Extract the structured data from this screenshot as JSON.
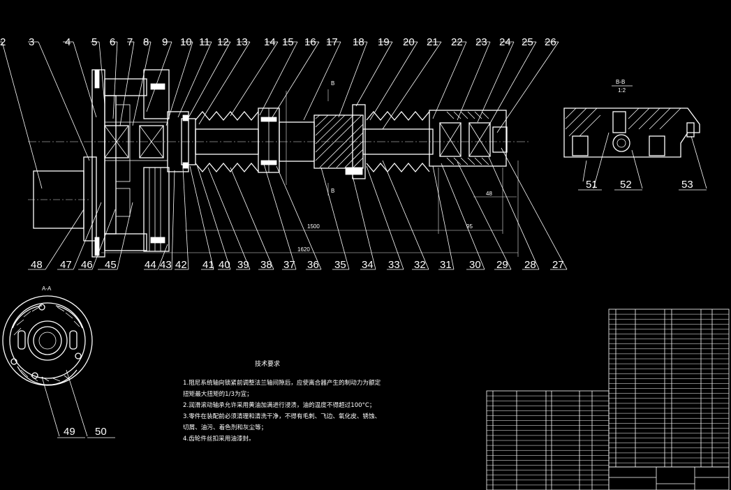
{
  "labels_top": [
    "2",
    "3",
    "4",
    "5",
    "6",
    "7",
    "8",
    "9",
    "10",
    "11",
    "12",
    "13",
    "14",
    "15",
    "16",
    "17",
    "18",
    "19",
    "20",
    "21",
    "22",
    "23",
    "24",
    "25",
    "26"
  ],
  "labels_bottom": [
    "48",
    "47",
    "46",
    "45",
    "44",
    "43",
    "42",
    "41",
    "40",
    "39",
    "38",
    "37",
    "36",
    "35",
    "34",
    "33",
    "32",
    "31",
    "30",
    "29",
    "28",
    "27"
  ],
  "labels_section_bb": [
    "51",
    "52",
    "53"
  ],
  "labels_section_aa": [
    "49",
    "50"
  ],
  "section_bb_title": "B-B",
  "section_bb_scale": "1:2",
  "section_aa_title": "A-A",
  "cut_marker_b_top": "B",
  "cut_marker_b_bottom": "B",
  "dimensions": {
    "d1": "1500",
    "d2": "95",
    "d3": "1620",
    "d4": "48"
  },
  "requirements": {
    "title": "技术要求",
    "items": [
      "1.阻尼系统轴向锁紧前调整法兰轴间隙后，应使离合器产生的制动力为额定扭矩最大扭矩的1/3为宜；",
      "2.润滑滚动轴承允许采用黄油加满进行浸渍，油的温度不得超过100°C；",
      "3.零件在装配前必须清理和清洗干净，不得有毛刺、飞边、氧化皮、锈蚀、切屑、油污、着色剂和灰尘等；",
      "4.齿轮件丝扣采用油漆封。"
    ]
  }
}
